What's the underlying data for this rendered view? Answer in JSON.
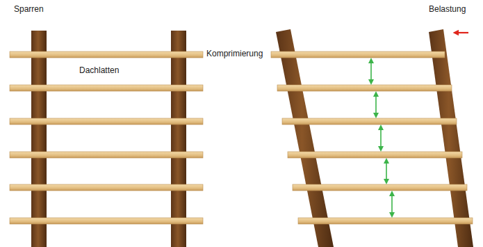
{
  "diagram": {
    "labels": [
      "Sparren",
      "Dachlatten",
      "Komprimierung",
      "Belastung"
    ]
  }
}
